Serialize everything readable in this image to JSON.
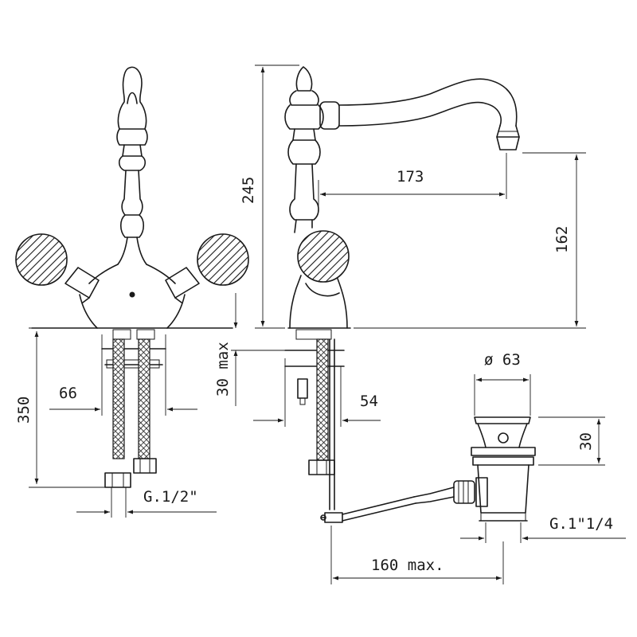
{
  "dimensions": {
    "d245": "245",
    "d173": "173",
    "d162": "162",
    "d30max": "30 max",
    "d350": "350",
    "d66": "66",
    "d54": "54",
    "phi63": "ø 63",
    "d30": "30",
    "g12": "G.1/2\"",
    "g114": "G.1\"1/4",
    "d160max": "160 max."
  }
}
